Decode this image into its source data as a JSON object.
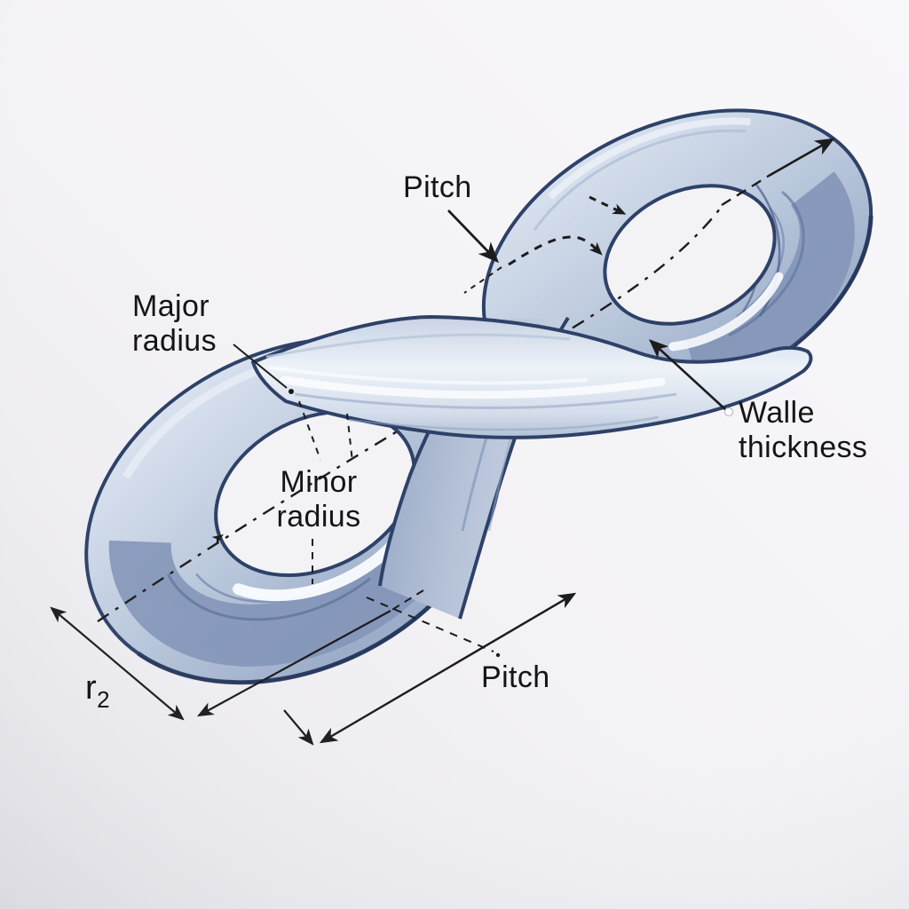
{
  "figure": {
    "type": "technical-illustration",
    "subject": "helical coiled ribbon with pitch, radius and wall-thickness annotations",
    "labels": {
      "pitch_top": "Pitch",
      "major_radius_line1": "Major",
      "major_radius_line2": "radius",
      "minor_radius_line1": "Minor",
      "minor_radius_line2": "radius",
      "wall_thickness_line1": "Walle",
      "wall_thickness_line2": "thickness",
      "pitch_bottom": "Pitch",
      "r2_symbol": "r",
      "r2_subscript": "2"
    },
    "annotations": [
      {
        "label": "Pitch",
        "pointer": "solid-arrow-to-upper-band"
      },
      {
        "label": "Major radius",
        "pointer": "thin-leader-with-dot"
      },
      {
        "label": "Minor radius",
        "pointer": "dashed-leaders-inside-left-loop"
      },
      {
        "label": "Walle thickness",
        "pointer": "arrow-to-ribbon-edge"
      },
      {
        "label": "Pitch",
        "pointer": "double-headed-dimension-arrow"
      },
      {
        "label": "r2",
        "pointer": "double-headed-dimension-arrow"
      },
      {
        "label": "helix-axis",
        "pointer": "dash-dot-line-with-arrow-top-right"
      }
    ],
    "theme": {
      "bg": "#f3f2f5",
      "edge": "#2e4168",
      "line": "#1c1c1e",
      "text": "#151515",
      "highlight": "#fafcff",
      "ribbon_light": "#e9eef6",
      "ribbon_mid": "#c3cfe1",
      "ribbon_shadow": "#8c9dbd",
      "interior_shade": "#8294b7"
    }
  }
}
